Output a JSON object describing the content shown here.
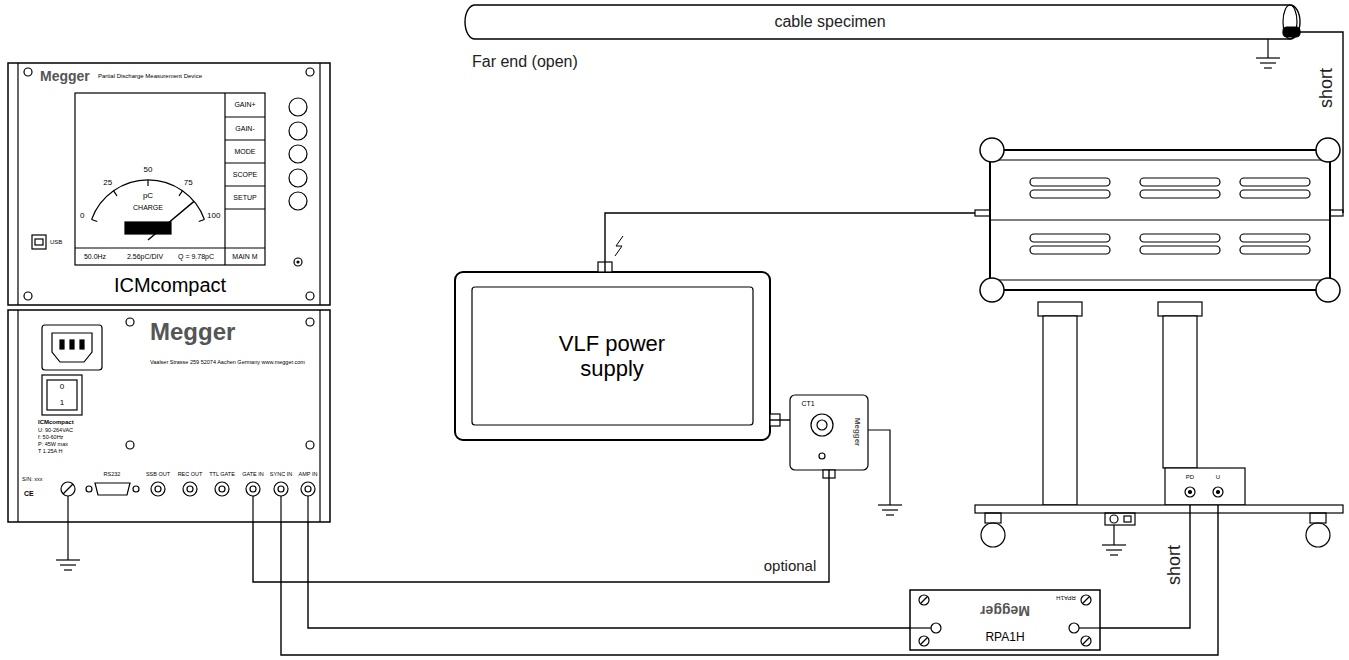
{
  "diagram": {
    "nodes": [
      {
        "text": [
          "cable specimen"
        ]
      },
      {
        "text": [
          "ICMcompact"
        ]
      },
      {
        "text": [
          "ICMcompact"
        ]
      },
      {
        "text": [
          "VLF power supply"
        ]
      },
      {
        "text": [
          "CT1"
        ]
      },
      {
        "text": [
          "RPA1H"
        ]
      },
      {
        "text": [
          "PD",
          "U"
        ]
      }
    ],
    "edges": [
      {
        "from": 0,
        "to": 6,
        "arrow": "none",
        "label": "short"
      },
      {
        "from": 3,
        "to": 6,
        "arrow": "none"
      },
      {
        "from": 3,
        "to": 4,
        "arrow": "none"
      },
      {
        "from": 4,
        "to": 2,
        "arrow": "none",
        "label": "optional"
      },
      {
        "from": 5,
        "to": 2,
        "arrow": "none"
      },
      {
        "from": 6,
        "to": 2,
        "arrow": "none"
      },
      {
        "from": 6,
        "to": 5,
        "arrow": "none",
        "label": "short"
      }
    ],
    "labels": [
      "Far end (open)",
      "Megger",
      "Partial Discharge Measurement Device",
      "0",
      "25",
      "50",
      "75",
      "100",
      "pC",
      "CHARGE",
      "GAIN+",
      "GAIN-",
      "MODE",
      "SCOPE",
      "SETUP",
      "50.0Hz",
      "2.56pC/DIV",
      "Q = 9.78pC",
      "MAIN M",
      "USB",
      "Megger",
      "Vaalser Strasse 259 52074 Aachen Germany www.megger.com",
      "0",
      "1",
      "U: 90-264VAC",
      "f: 50-60Hz",
      "P: 45W max",
      "T 1.25A H",
      "S/N: xxx",
      "CE",
      "RS232",
      "SSB OUT",
      "REC OUT",
      "TTL GATE",
      "GATE IN",
      "SYNC IN",
      "AMP IN",
      "Megger",
      "Megger",
      "RPA1H"
    ]
  }
}
